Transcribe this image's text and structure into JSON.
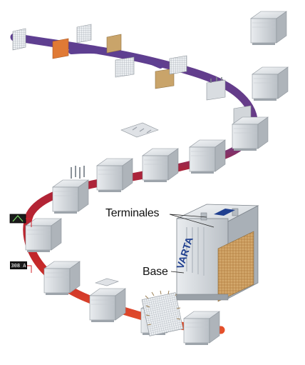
{
  "labels": {
    "terminals": "Terminales",
    "base": "Base"
  },
  "meter_readout": "308 A",
  "brand": "VARTA",
  "colors": {
    "path_purple": "#5a3c8a",
    "path_red": "#b8232b",
    "path_orange": "#e0452a",
    "battery_body": "#d4d8dc",
    "plate_orange": "#e07a35",
    "plate_tan": "#c9a46a",
    "fill_tan": "#c9a064",
    "varta_blue": "#1f3f8f"
  }
}
